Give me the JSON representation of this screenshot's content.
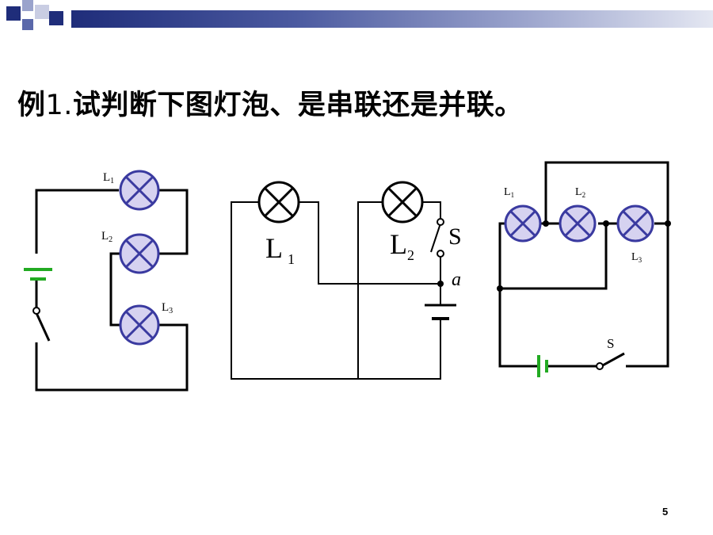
{
  "title": {
    "prefix": "例",
    "number": "1.",
    "text": "试判断下图灯泡、是串联还是并联。"
  },
  "page_number": "5",
  "circuit1": {
    "labels": [
      "L1",
      "L2",
      "L3"
    ],
    "label_main": "L",
    "subs": [
      "1",
      "2",
      "3"
    ]
  },
  "circuit2": {
    "label_main": "L",
    "subs": [
      "1",
      "2"
    ],
    "switch_label": "S",
    "node_label": "a"
  },
  "circuit3": {
    "label_main": "L",
    "subs": [
      "1",
      "2",
      "3"
    ],
    "switch_label": "S"
  },
  "colors": {
    "bar_dark": "#1f2d7a",
    "lamp_blue": "#3a3aa0",
    "lamp_fill": "#d6d2f0",
    "battery_green": "#22aa22"
  }
}
